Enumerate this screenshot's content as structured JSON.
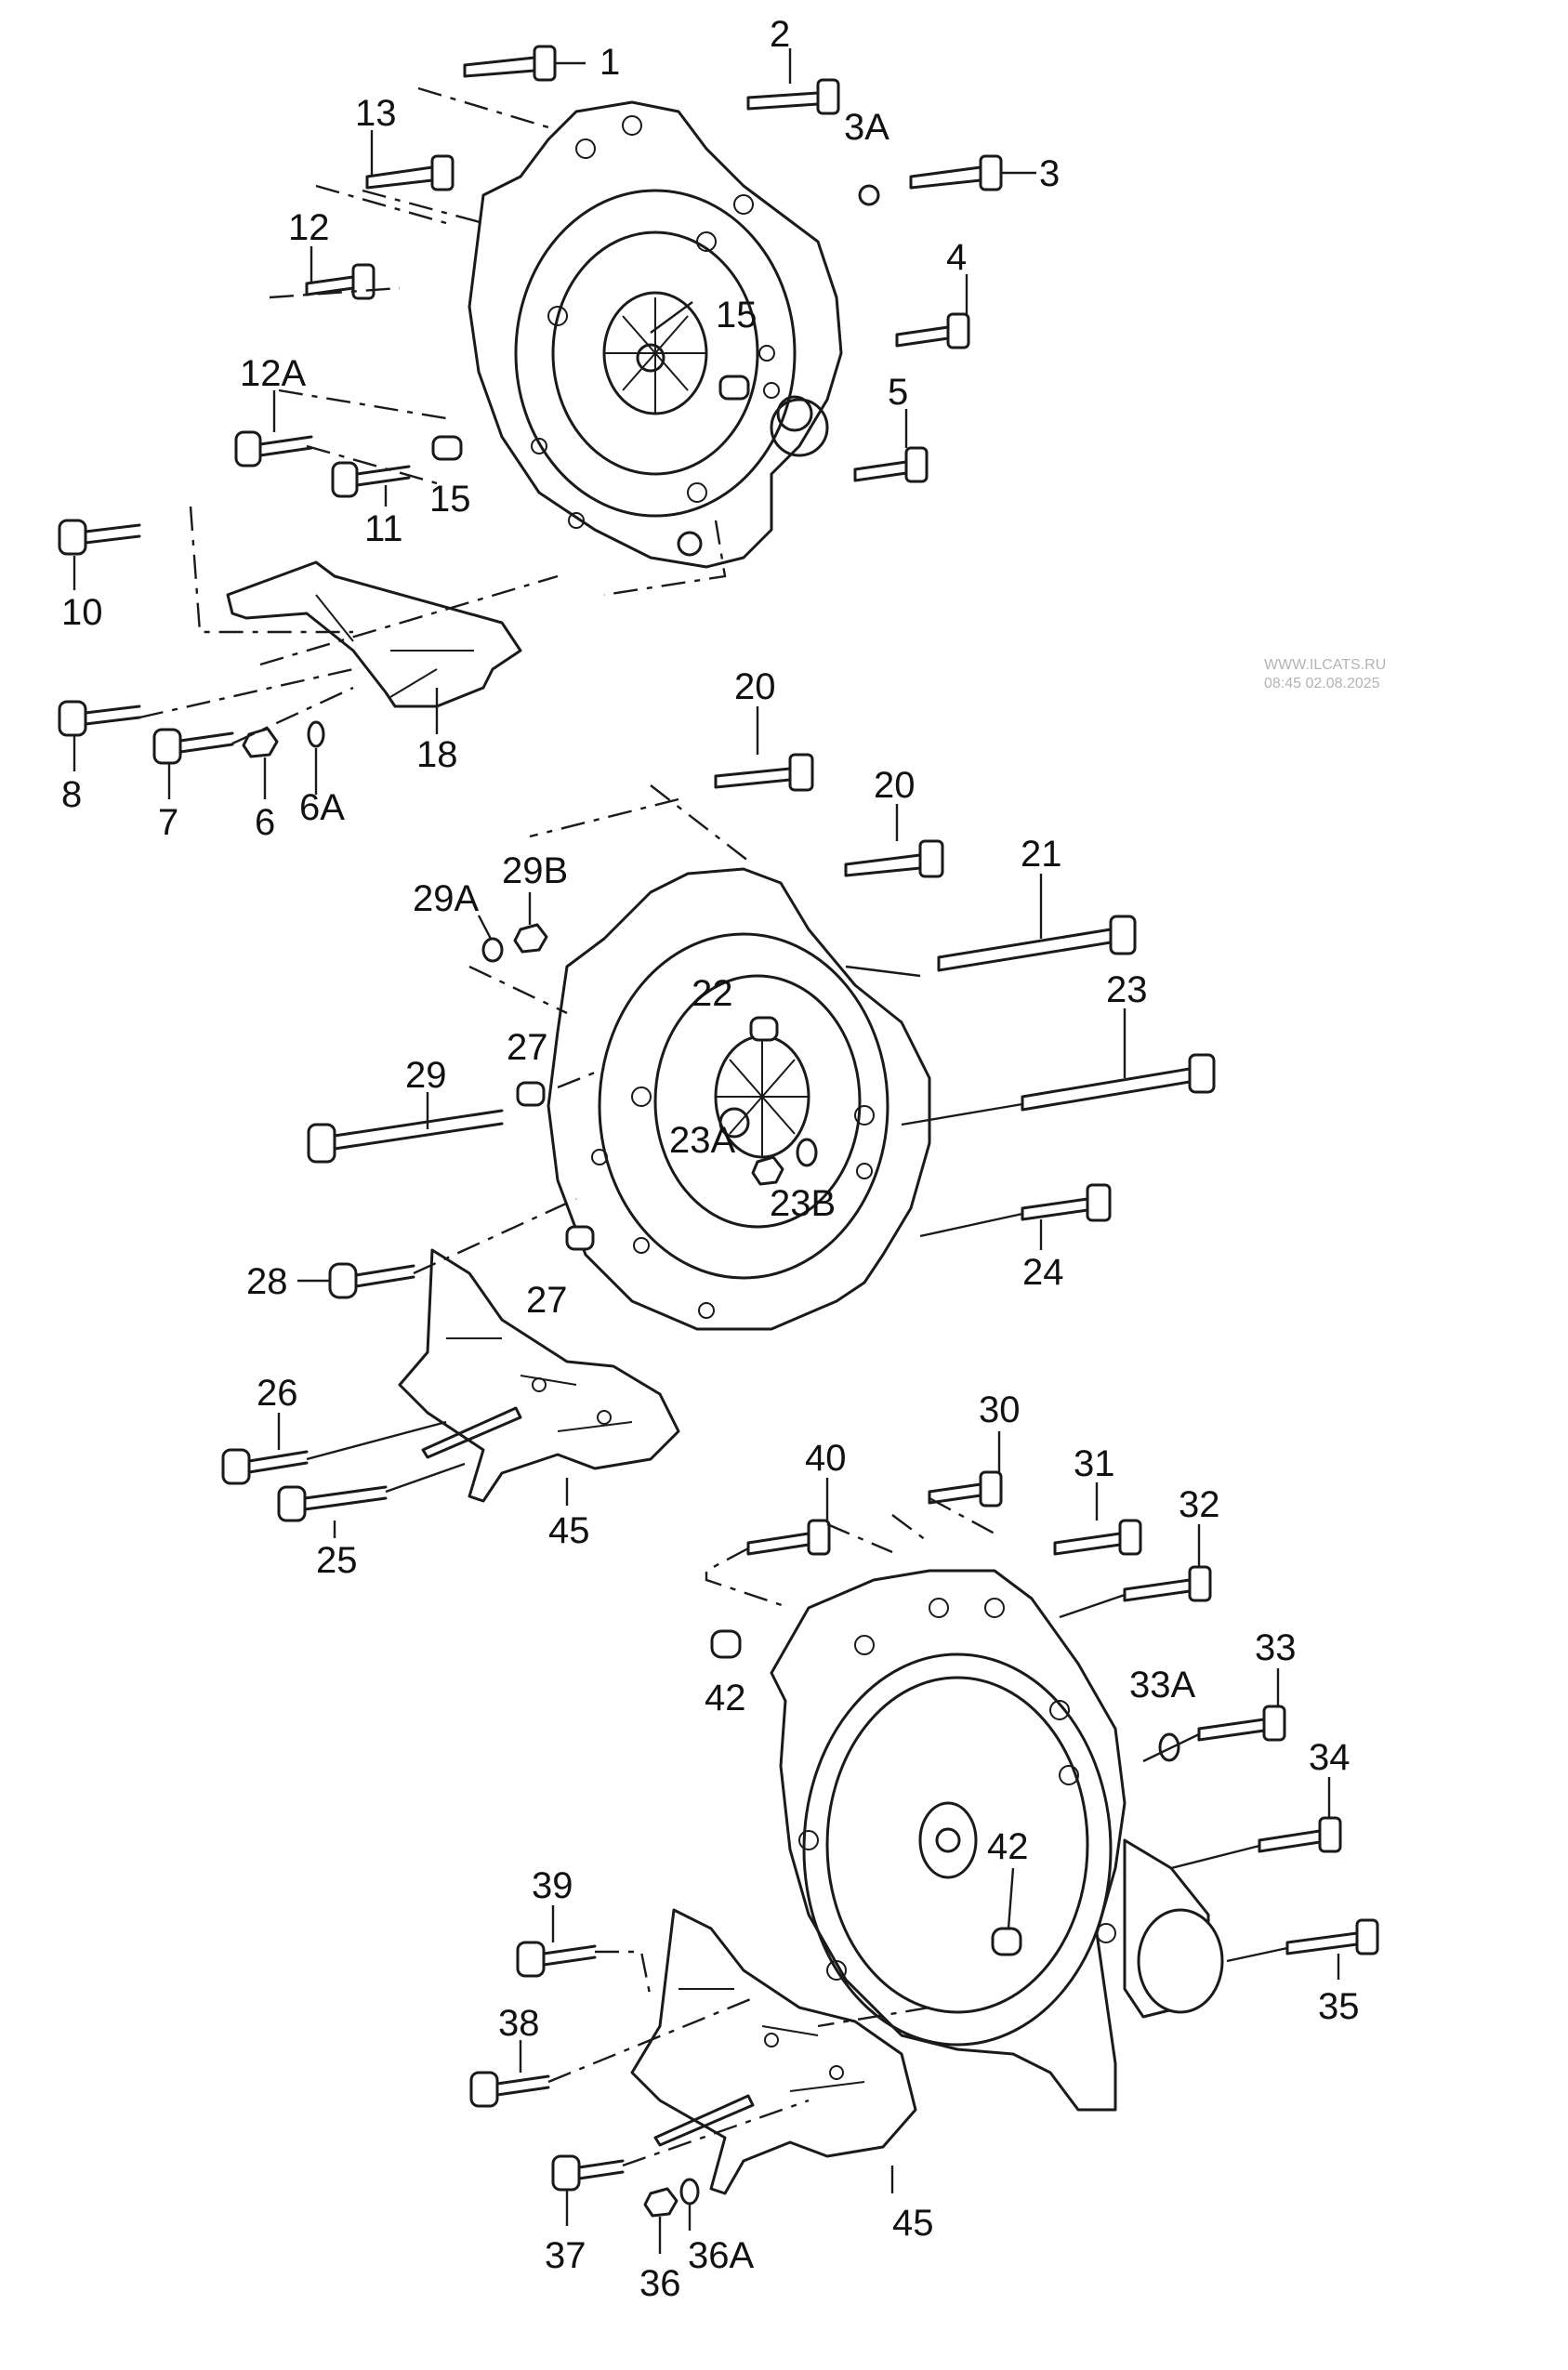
{
  "watermark": {
    "line1": "WWW.ILCATS.RU",
    "line2": "08:45 02.08.2025"
  },
  "labels": {
    "l1": "1",
    "l2": "2",
    "l3A": "3A",
    "l3": "3",
    "l4": "4",
    "l5": "5",
    "l6": "6",
    "l6A": "6A",
    "l7": "7",
    "l8": "8",
    "l10": "10",
    "l11": "11",
    "l12": "12",
    "l12A": "12A",
    "l13": "13",
    "l15a": "15",
    "l15b": "15",
    "l18": "18",
    "l20a": "20",
    "l20b": "20",
    "l21": "21",
    "l22": "22",
    "l23": "23",
    "l23A": "23A",
    "l23B": "23B",
    "l24": "24",
    "l25": "25",
    "l26": "26",
    "l27a": "27",
    "l27b": "27",
    "l28": "28",
    "l29": "29",
    "l29A": "29A",
    "l29B": "29B",
    "l30": "30",
    "l31": "31",
    "l32": "32",
    "l33": "33",
    "l33A": "33A",
    "l34": "34",
    "l35": "35",
    "l36": "36",
    "l36A": "36A",
    "l37": "37",
    "l38": "38",
    "l39": "39",
    "l40": "40",
    "l42a": "42",
    "l42b": "42",
    "l45a": "45",
    "l45b": "45"
  }
}
